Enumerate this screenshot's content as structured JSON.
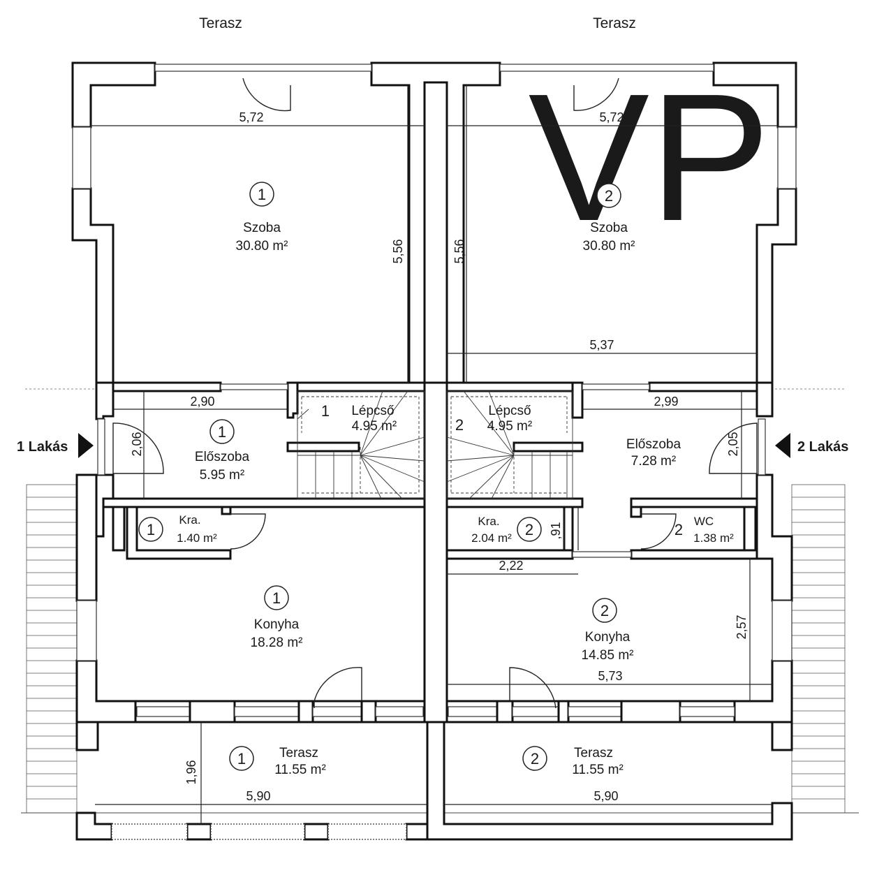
{
  "labels": {
    "terrace_top_left": "Terasz",
    "terrace_top_right": "Terasz",
    "entrance_left": "1 Lakás",
    "entrance_right": "2 Lakás",
    "watermark": "VP"
  },
  "rooms": [
    {
      "id": "szoba1",
      "num": "1",
      "name": "Szoba",
      "area": "30.80 m²"
    },
    {
      "id": "szoba2",
      "num": "2",
      "name": "Szoba",
      "area": "30.80 m²"
    },
    {
      "id": "eloszoba1",
      "num": "1",
      "name": "Előszoba",
      "area": "5.95 m²"
    },
    {
      "id": "eloszoba2",
      "num": "",
      "name": "Előszoba",
      "area": "7.28 m²"
    },
    {
      "id": "lepcso1",
      "num": "1",
      "name": "Lépcső",
      "area": "4.95 m²"
    },
    {
      "id": "lepcso2",
      "num": "2",
      "name": "Lépcső",
      "area": "4.95 m²"
    },
    {
      "id": "kra1",
      "num": "1",
      "name": "Kra.",
      "area": "1.40 m²"
    },
    {
      "id": "kra2",
      "num": "2",
      "name": "Kra.",
      "area": "2.04 m²"
    },
    {
      "id": "wc2",
      "num": "2",
      "name": "WC",
      "area": "1.38 m²"
    },
    {
      "id": "konyha1",
      "num": "1",
      "name": "Konyha",
      "area": "18.28 m²"
    },
    {
      "id": "konyha2",
      "num": "2",
      "name": "Konyha",
      "area": "14.85 m²"
    },
    {
      "id": "terasz1",
      "num": "1",
      "name": "Terasz",
      "area": "11.55 m²"
    },
    {
      "id": "terasz2",
      "num": "2",
      "name": "Terasz",
      "area": "11.55 m²"
    }
  ],
  "dimensions": {
    "szoba1_width": "5,72",
    "szoba1_depth": "5,56",
    "szoba2_width": "5,72",
    "szoba2_depth": "5,56",
    "szoba2_inner_width": "5,37",
    "eloszoba1_width": "2,90",
    "eloszoba1_depth": "2,06",
    "eloszoba2_width": "2,99",
    "eloszoba2_depth": "2,05",
    "kra2_depth": ",91",
    "konyha2_upper_width": "2,22",
    "konyha2_depth": "2,57",
    "konyha2_width": "5,73",
    "terasz1_depth": "1,96",
    "terasz1_width": "5,90",
    "terasz2_width": "5,90"
  }
}
